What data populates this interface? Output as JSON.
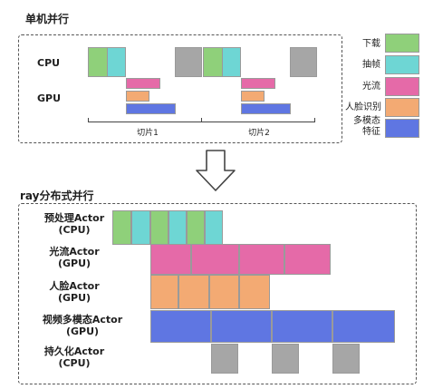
{
  "top": {
    "title": "单机并行",
    "cpu_label": "CPU",
    "gpu_label": "GPU",
    "segments": [
      "切片1",
      "切片2"
    ]
  },
  "legend": [
    {
      "label": "下载",
      "color": "#8fd07a",
      "icon": "download-swatch"
    },
    {
      "label": "抽帧",
      "color": "#6ed6d4",
      "icon": "frame-extract-swatch"
    },
    {
      "label": "光流",
      "color": "#e56aa8",
      "icon": "optical-flow-swatch"
    },
    {
      "label": "人脸识别",
      "color": "#f3aa73",
      "icon": "face-recognition-swatch"
    },
    {
      "label": "多模态\n特征",
      "color": "#5f76e2",
      "icon": "multimodal-swatch"
    }
  ],
  "bottom": {
    "title": "ray分布式并行",
    "actors": [
      {
        "name": "预处理Actor",
        "device": "(CPU)"
      },
      {
        "name": "光流Actor",
        "device": "(GPU)"
      },
      {
        "name": "人脸Actor",
        "device": "(GPU)"
      },
      {
        "name": "视频多模态Actor",
        "device": "(GPU)"
      },
      {
        "name": "持久化Actor",
        "device": "(CPU)"
      }
    ]
  },
  "colors": {
    "download": "#8fd07a",
    "frame_extract": "#6ed6d4",
    "optical_flow": "#e56aa8",
    "face": "#f3aa73",
    "multimodal": "#5f76e2",
    "persist": "#a6a6a6"
  }
}
